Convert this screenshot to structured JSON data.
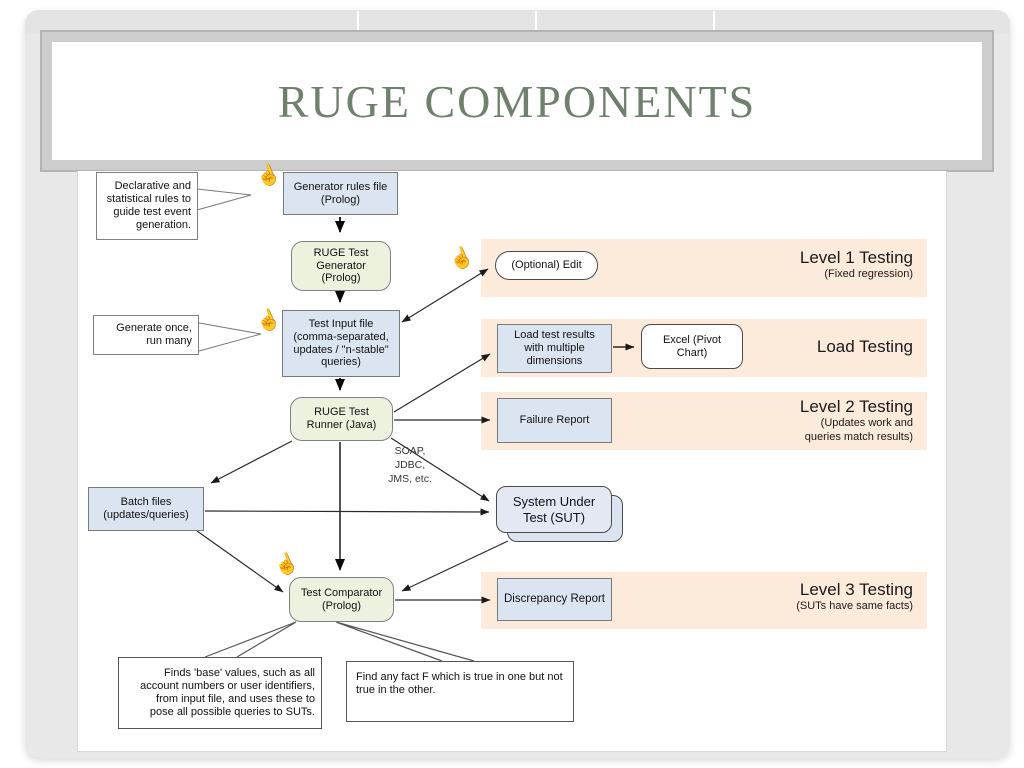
{
  "slide": {
    "title": "RUGE COMPONENTS"
  },
  "colors": {
    "band_peach": "#fceadb",
    "node_lavender": "#dbe4f1",
    "node_green": "#edf2df",
    "title_text": "#70806e",
    "chrome_gray": "#e8e8e8"
  },
  "diagram": {
    "nodes": {
      "callout_rules": "Declarative and\nstatistical rules to\nguide test event\ngeneration.",
      "gen_rules_file": "Generator rules file\n(Prolog)",
      "test_generator": "RUGE Test\nGenerator\n(Prolog)",
      "callout_generate": "Generate once,\nrun many",
      "test_input_file": "Test Input file\n(comma-separated,\nupdates / \"n-stable\"\nqueries)",
      "test_runner": "RUGE Test\nRunner (Java)",
      "optional_edit": "(Optional) Edit",
      "load_results": "Load test results\nwith multiple\ndimensions",
      "excel": "Excel (Pivot\nChart)",
      "failure_report": "Failure Report",
      "soap_label": "SOAP,\nJDBC,\nJMS, etc.",
      "batch_files": "Batch files\n(updates/queries)",
      "sut": "System Under\nTest (SUT)",
      "comparator": "Test Comparator\n(Prolog)",
      "discrepancy": "Discrepancy Report",
      "note_base_values": "Finds 'base' values, such as all\naccount numbers or user identifiers,\nfrom input file, and uses these to\npose all possible queries to SUTs.",
      "note_fact": "Find any fact F which is true in one but not\ntrue in the other."
    },
    "levels": {
      "l1": {
        "title": "Level 1 Testing",
        "subtitle": "(Fixed regression)"
      },
      "load": {
        "title": "Load Testing",
        "subtitle": ""
      },
      "l2": {
        "title": "Level 2 Testing",
        "subtitle": "(Updates work and\nqueries match results)"
      },
      "l3": {
        "title": "Level 3 Testing",
        "subtitle": "(SUTs have same facts)"
      }
    }
  }
}
